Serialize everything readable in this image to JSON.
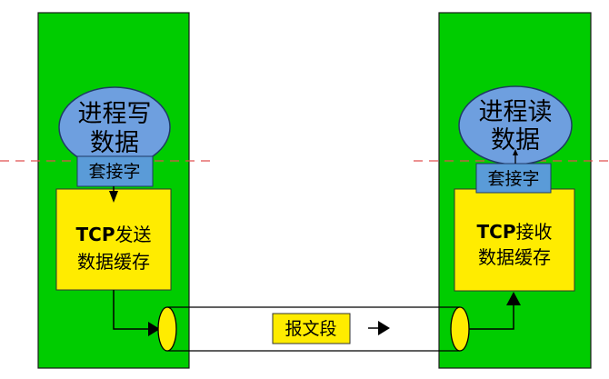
{
  "sender": {
    "process_line1": "进程写",
    "process_line2": "数据",
    "socket": "套接字",
    "buffer": {
      "protocol": "TCP",
      "action": "发送",
      "line2": "数据缓存"
    }
  },
  "receiver": {
    "process_line1": "进程读",
    "process_line2": "数据",
    "socket": "套接字",
    "buffer": {
      "protocol": "TCP",
      "action": "接收",
      "line2": "数据缓存"
    }
  },
  "connection": {
    "segment_label": "报文段"
  },
  "colors": {
    "host": "#00cc00",
    "process": "#6e9fdf",
    "socket": "#5a9bd8",
    "buffer": "#ffec00",
    "pipe_end": "#ffec00",
    "boundary": "#e05050"
  }
}
